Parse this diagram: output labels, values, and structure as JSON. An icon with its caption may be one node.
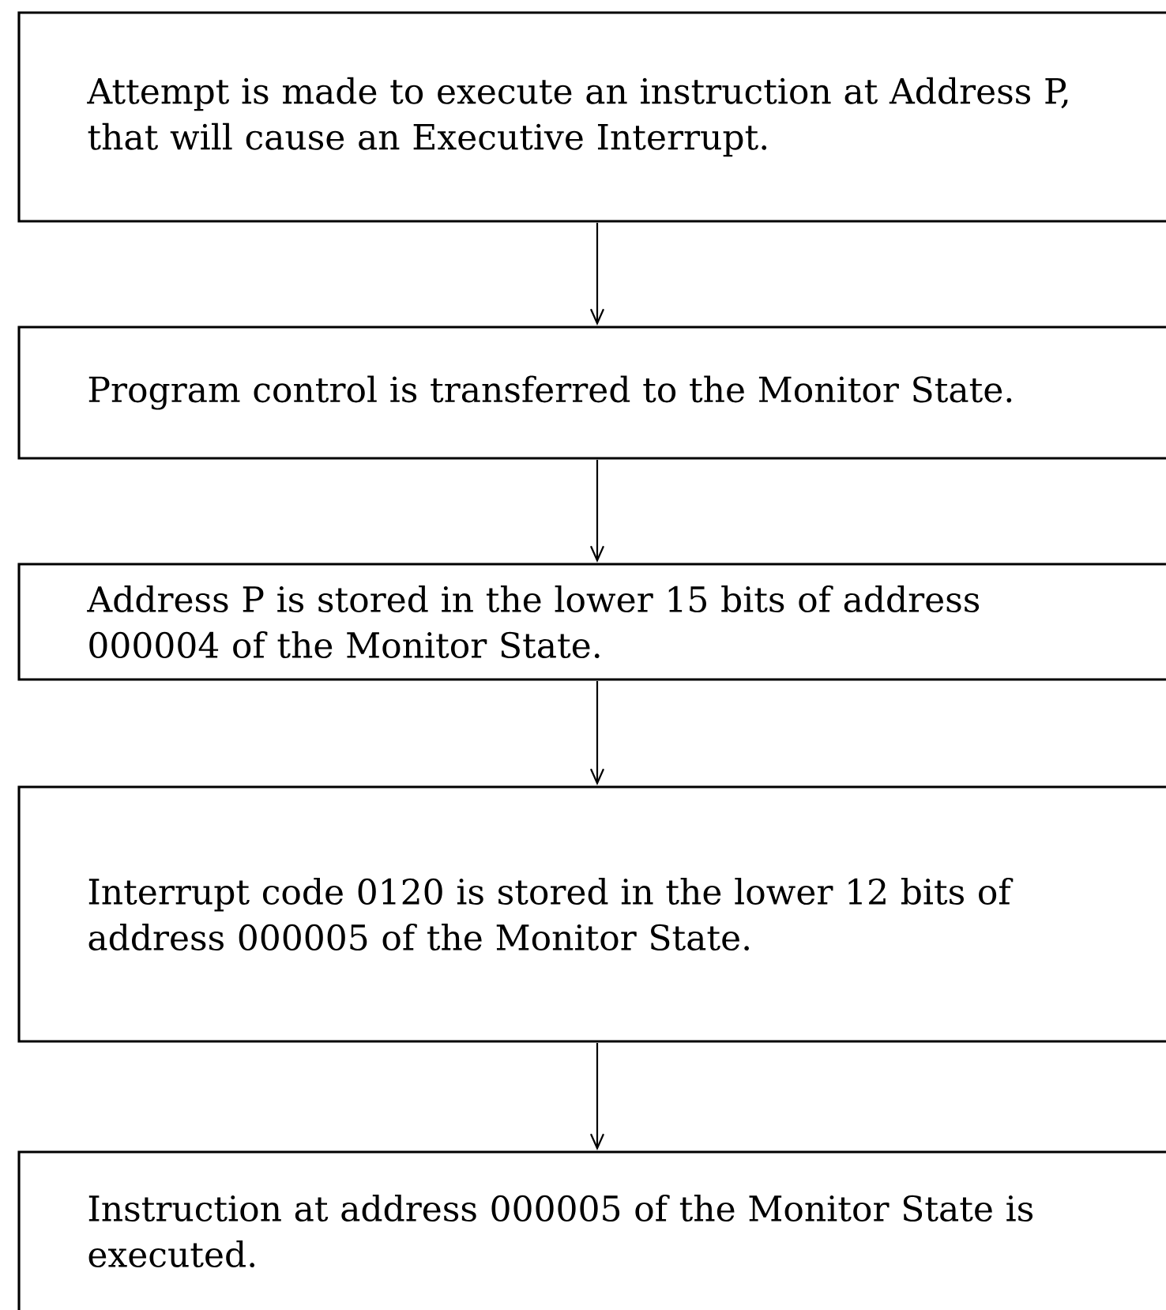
{
  "diagram": {
    "nodes": [
      {
        "text": [
          "Attempt is made to execute an instruction at Address P, that will cause an Executive Interrupt."
        ]
      },
      {
        "text": [
          "Program control is transferred to the Monitor State."
        ]
      },
      {
        "text": [
          "Address P is stored in the lower 15 bits of address 000004 of the Monitor State."
        ]
      },
      {
        "text": [
          "Interrupt code 0120 is stored in the lower 12 bits of address 000005 of the Monitor State."
        ]
      },
      {
        "text": [
          "Instruction at address 000005 of the Monitor State is executed."
        ]
      }
    ],
    "edges": [
      {
        "from": 0,
        "to": 1,
        "arrow": "to"
      },
      {
        "from": 1,
        "to": 2,
        "arrow": "to"
      },
      {
        "from": 2,
        "to": 3,
        "arrow": "to"
      },
      {
        "from": 3,
        "to": 4,
        "arrow": "to"
      }
    ]
  }
}
